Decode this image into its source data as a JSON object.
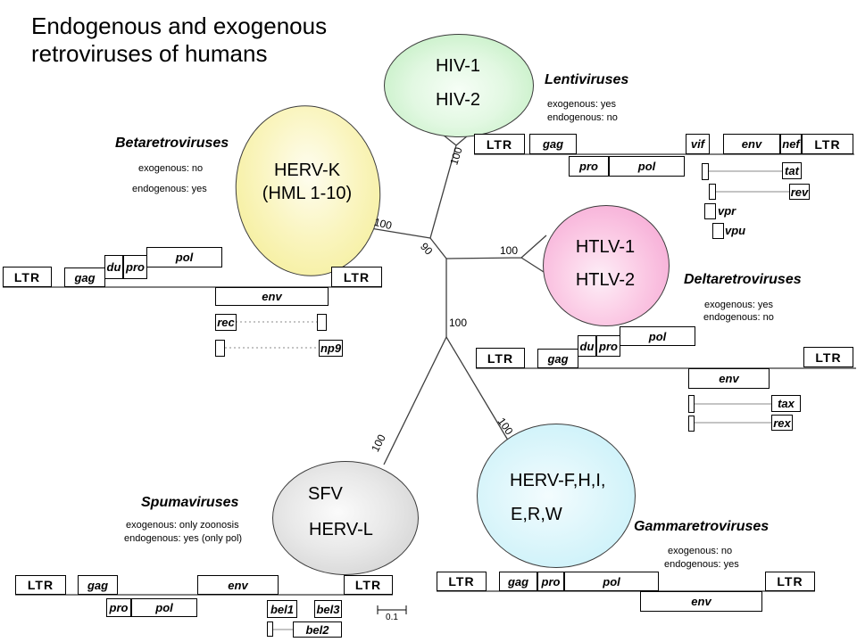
{
  "slide_title": {
    "line1": "Endogenous and exogenous",
    "line2": "retroviruses of humans"
  },
  "clades": {
    "lentiviruses": {
      "heading": "Lentiviruses",
      "exogenous": "exogenous: yes",
      "endogenous": "endogenous: no",
      "member1": "HIV-1",
      "member2": "HIV-2",
      "color": "#b9ecb9"
    },
    "betaretroviruses": {
      "heading": "Betaretroviruses",
      "exogenous": "exogenous: no",
      "endogenous": "endogenous: yes",
      "member1": "HERV-K",
      "member2": "(HML 1-10)",
      "color": "#f3ec8e"
    },
    "deltaretroviruses": {
      "heading": "Deltaretroviruses",
      "exogenous": "exogenous: yes",
      "endogenous": "endogenous: no",
      "member1": "HTLV-1",
      "member2": "HTLV-2",
      "color": "#f49fd0"
    },
    "spumaviruses": {
      "heading": "Spumaviruses",
      "exogenous": "exogenous: only zoonosis",
      "endogenous": "endogenous: yes (only pol)",
      "member1": "SFV",
      "member2": "HERV-L",
      "color": "#cccccc"
    },
    "gammaretroviruses": {
      "heading": "Gammaretroviruses",
      "exogenous": "exogenous: no",
      "endogenous": "endogenous: yes",
      "member1": "HERV-F,H,I,",
      "member2": "E,R,W",
      "color": "#c3eff8"
    }
  },
  "bootstrap": {
    "lenti_branch": "100",
    "beta_branch": "100",
    "root_node": "90",
    "delta_branch": "100",
    "lower_branch": "100",
    "spuma_branch": "100",
    "gamma_branch": "100"
  },
  "genes": {
    "ltr": "LTR",
    "gag": "gag",
    "pro": "pro",
    "pol": "pol",
    "env": "env",
    "vif": "vif",
    "nef": "nef",
    "tat": "tat",
    "rev": "rev",
    "vpr": "vpr",
    "vpu": "vpu",
    "du": "du",
    "rec": "rec",
    "np9": "np9",
    "tax": "tax",
    "rex": "rex",
    "bel1": "bel1",
    "bel2": "bel2",
    "bel3": "bel3"
  },
  "scale_bar": {
    "label": "0.1"
  },
  "tree_line_color": "#3f3f3f"
}
